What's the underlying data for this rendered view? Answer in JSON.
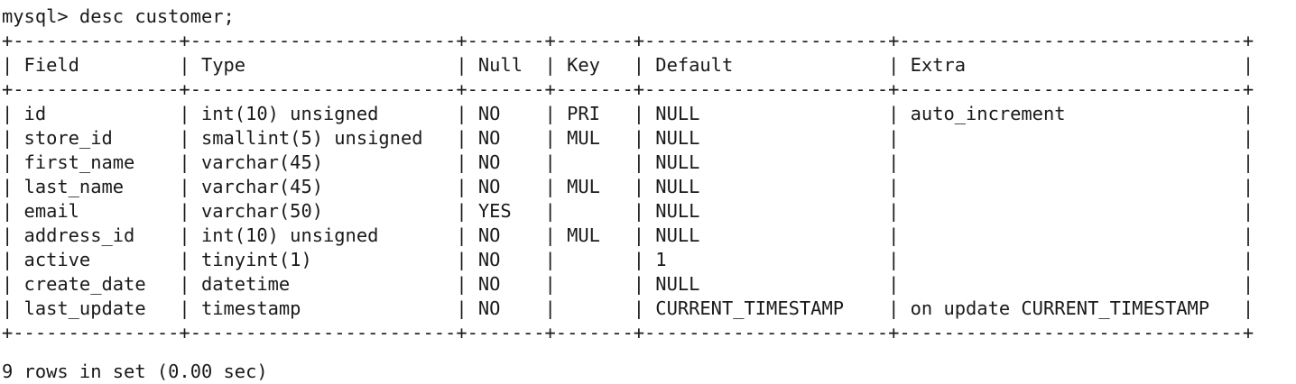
{
  "terminal": {
    "prompt": "mysql>",
    "command": "desc customer;",
    "command_line": "mysql> desc customer;",
    "foreground_color": "#1a1a1a",
    "background_color": "#ffffff"
  },
  "table": {
    "columns": [
      {
        "name": "Field",
        "width": 13
      },
      {
        "name": "Type",
        "width": 22
      },
      {
        "name": "Null",
        "width": 5
      },
      {
        "name": "Key",
        "width": 5
      },
      {
        "name": "Default",
        "width": 20
      },
      {
        "name": "Extra",
        "width": 29
      }
    ],
    "rows": [
      {
        "Field": "id",
        "Type": "int(10) unsigned",
        "Null": "NO",
        "Key": "PRI",
        "Default": "NULL",
        "Extra": "auto_increment"
      },
      {
        "Field": "store_id",
        "Type": "smallint(5) unsigned",
        "Null": "NO",
        "Key": "MUL",
        "Default": "NULL",
        "Extra": ""
      },
      {
        "Field": "first_name",
        "Type": "varchar(45)",
        "Null": "NO",
        "Key": "",
        "Default": "NULL",
        "Extra": ""
      },
      {
        "Field": "last_name",
        "Type": "varchar(45)",
        "Null": "NO",
        "Key": "MUL",
        "Default": "NULL",
        "Extra": ""
      },
      {
        "Field": "email",
        "Type": "varchar(50)",
        "Null": "YES",
        "Key": "",
        "Default": "NULL",
        "Extra": ""
      },
      {
        "Field": "address_id",
        "Type": "int(10) unsigned",
        "Null": "NO",
        "Key": "MUL",
        "Default": "NULL",
        "Extra": ""
      },
      {
        "Field": "active",
        "Type": "tinyint(1)",
        "Null": "NO",
        "Key": "",
        "Default": "1",
        "Extra": ""
      },
      {
        "Field": "create_date",
        "Type": "datetime",
        "Null": "NO",
        "Key": "",
        "Default": "NULL",
        "Extra": ""
      },
      {
        "Field": "last_update",
        "Type": "timestamp",
        "Null": "NO",
        "Key": "",
        "Default": "CURRENT_TIMESTAMP",
        "Extra": "on update CURRENT_TIMESTAMP"
      }
    ]
  },
  "clipped_next_line": "9 rows in set (0.00 sec)"
}
